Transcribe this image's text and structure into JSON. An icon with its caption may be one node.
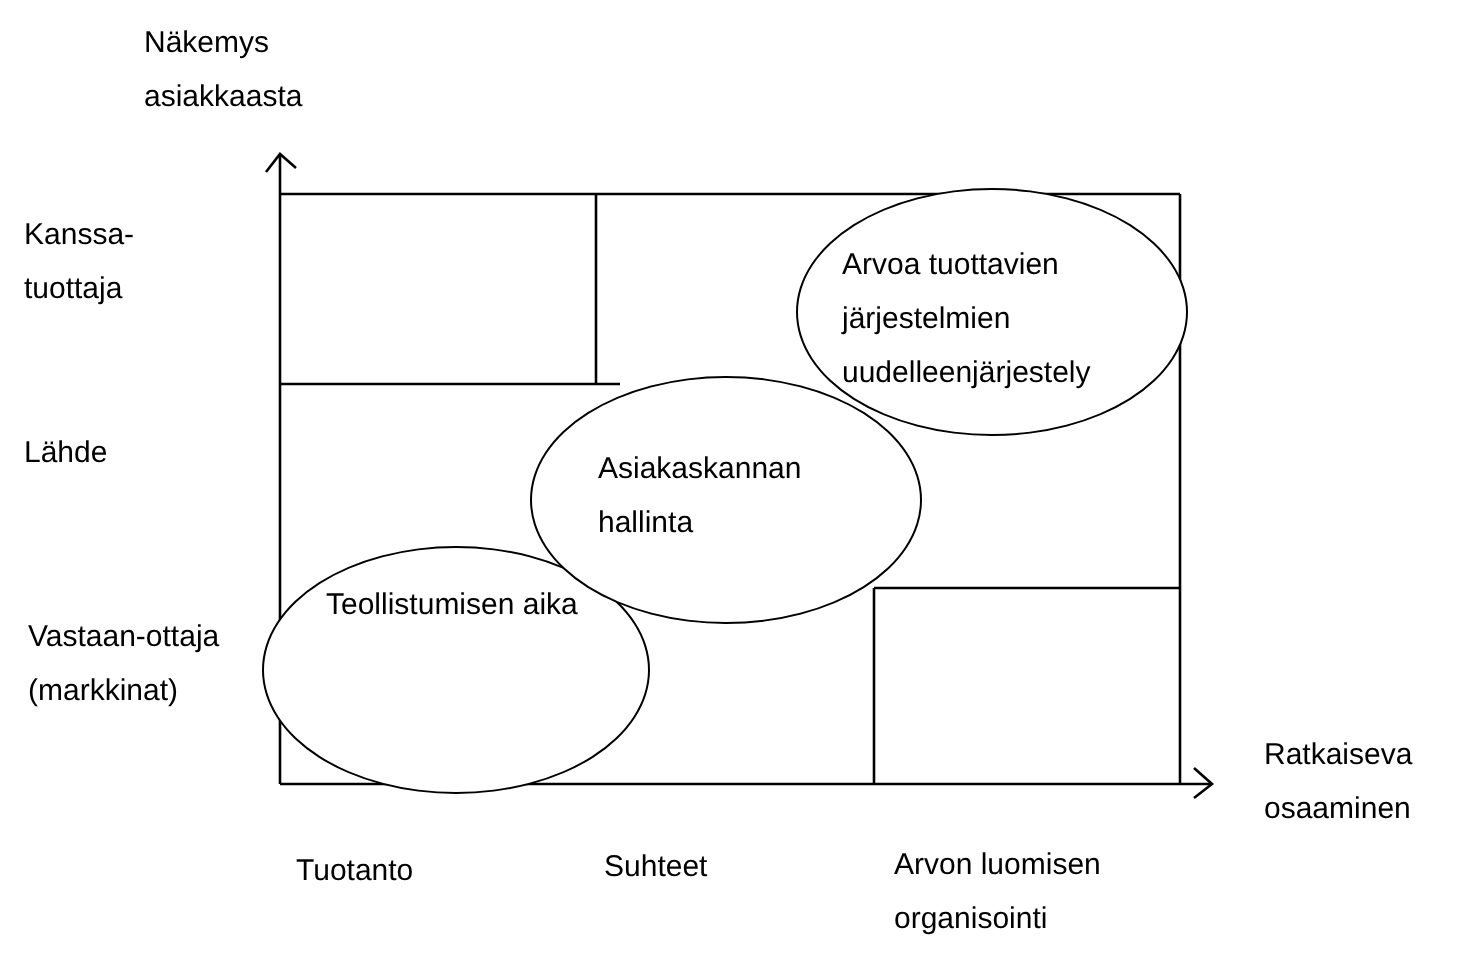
{
  "diagram": {
    "nodes": [
      {
        "text": [
          "Teollistumisen aika"
        ]
      },
      {
        "text": [
          "Asiakaskannan hallinta"
        ]
      },
      {
        "text": [
          "Arvoa tuottavien järjestelmien uudelleenjärjestely"
        ]
      }
    ],
    "labels": [
      "Näkemys asiakkaasta",
      "Kanssa-tuottaja",
      "Lähde",
      "Vastaan-ottaja (markkinat)",
      "Ratkaiseva osaaminen",
      "Tuotanto",
      "Suhteet",
      "Arvon luomisen organisointi"
    ]
  }
}
